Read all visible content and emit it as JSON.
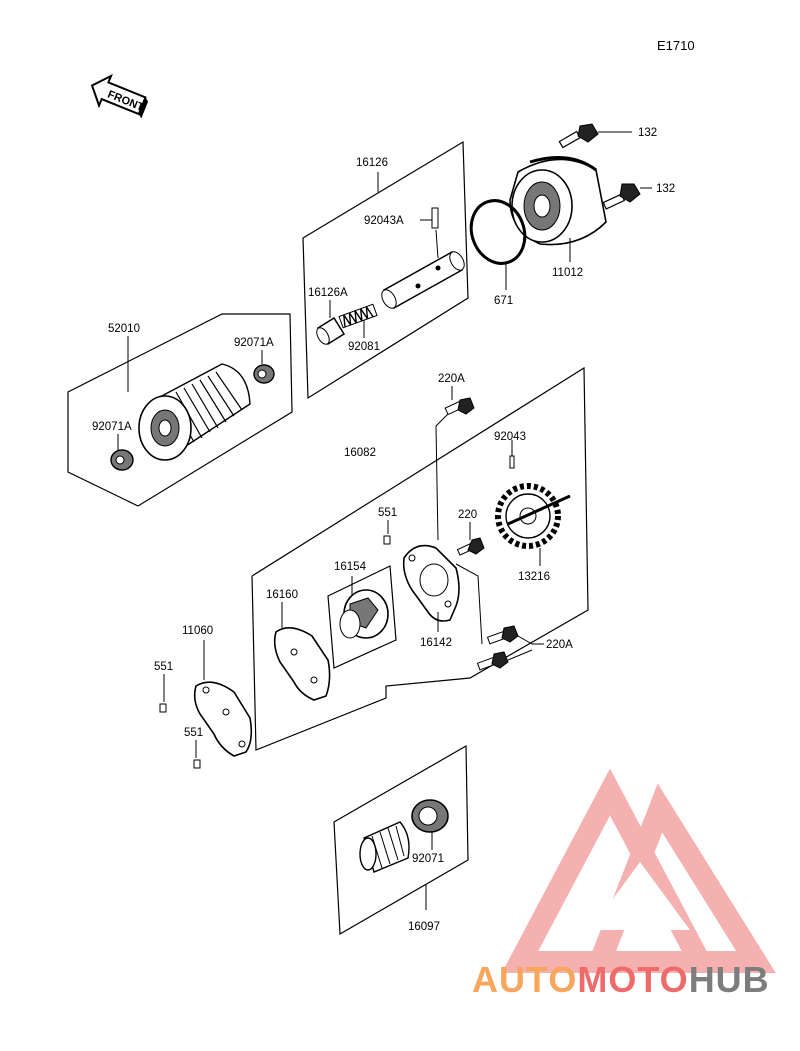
{
  "diagram": {
    "code": "E1710",
    "front_label": "FRONT",
    "labels": {
      "p132a": "132",
      "p132b": "132",
      "p11012": "11012",
      "p671": "671",
      "p16126": "16126",
      "p92043A": "92043A",
      "p16126A": "16126A",
      "p92081": "92081",
      "p52010": "52010",
      "p92071A_top": "92071A",
      "p92071A_left": "92071A",
      "p220A_top": "220A",
      "p92043": "92043",
      "p16082": "16082",
      "p551_top": "551",
      "p220": "220",
      "p13216": "13216",
      "p16154": "16154",
      "p16160": "16160",
      "p16142": "16142",
      "p220A_right": "220A",
      "p11060": "11060",
      "p551_mid": "551",
      "p551_low": "551",
      "p92071": "92071",
      "p16097": "16097"
    }
  },
  "watermark": {
    "auto": "AUTO",
    "moto": "MOTO",
    "hub": "HUB",
    "colors": {
      "orange": "#f7a65c",
      "red": "#ef6b6b",
      "gray": "#7d7d7d",
      "pink": "#f4a3a3"
    }
  }
}
